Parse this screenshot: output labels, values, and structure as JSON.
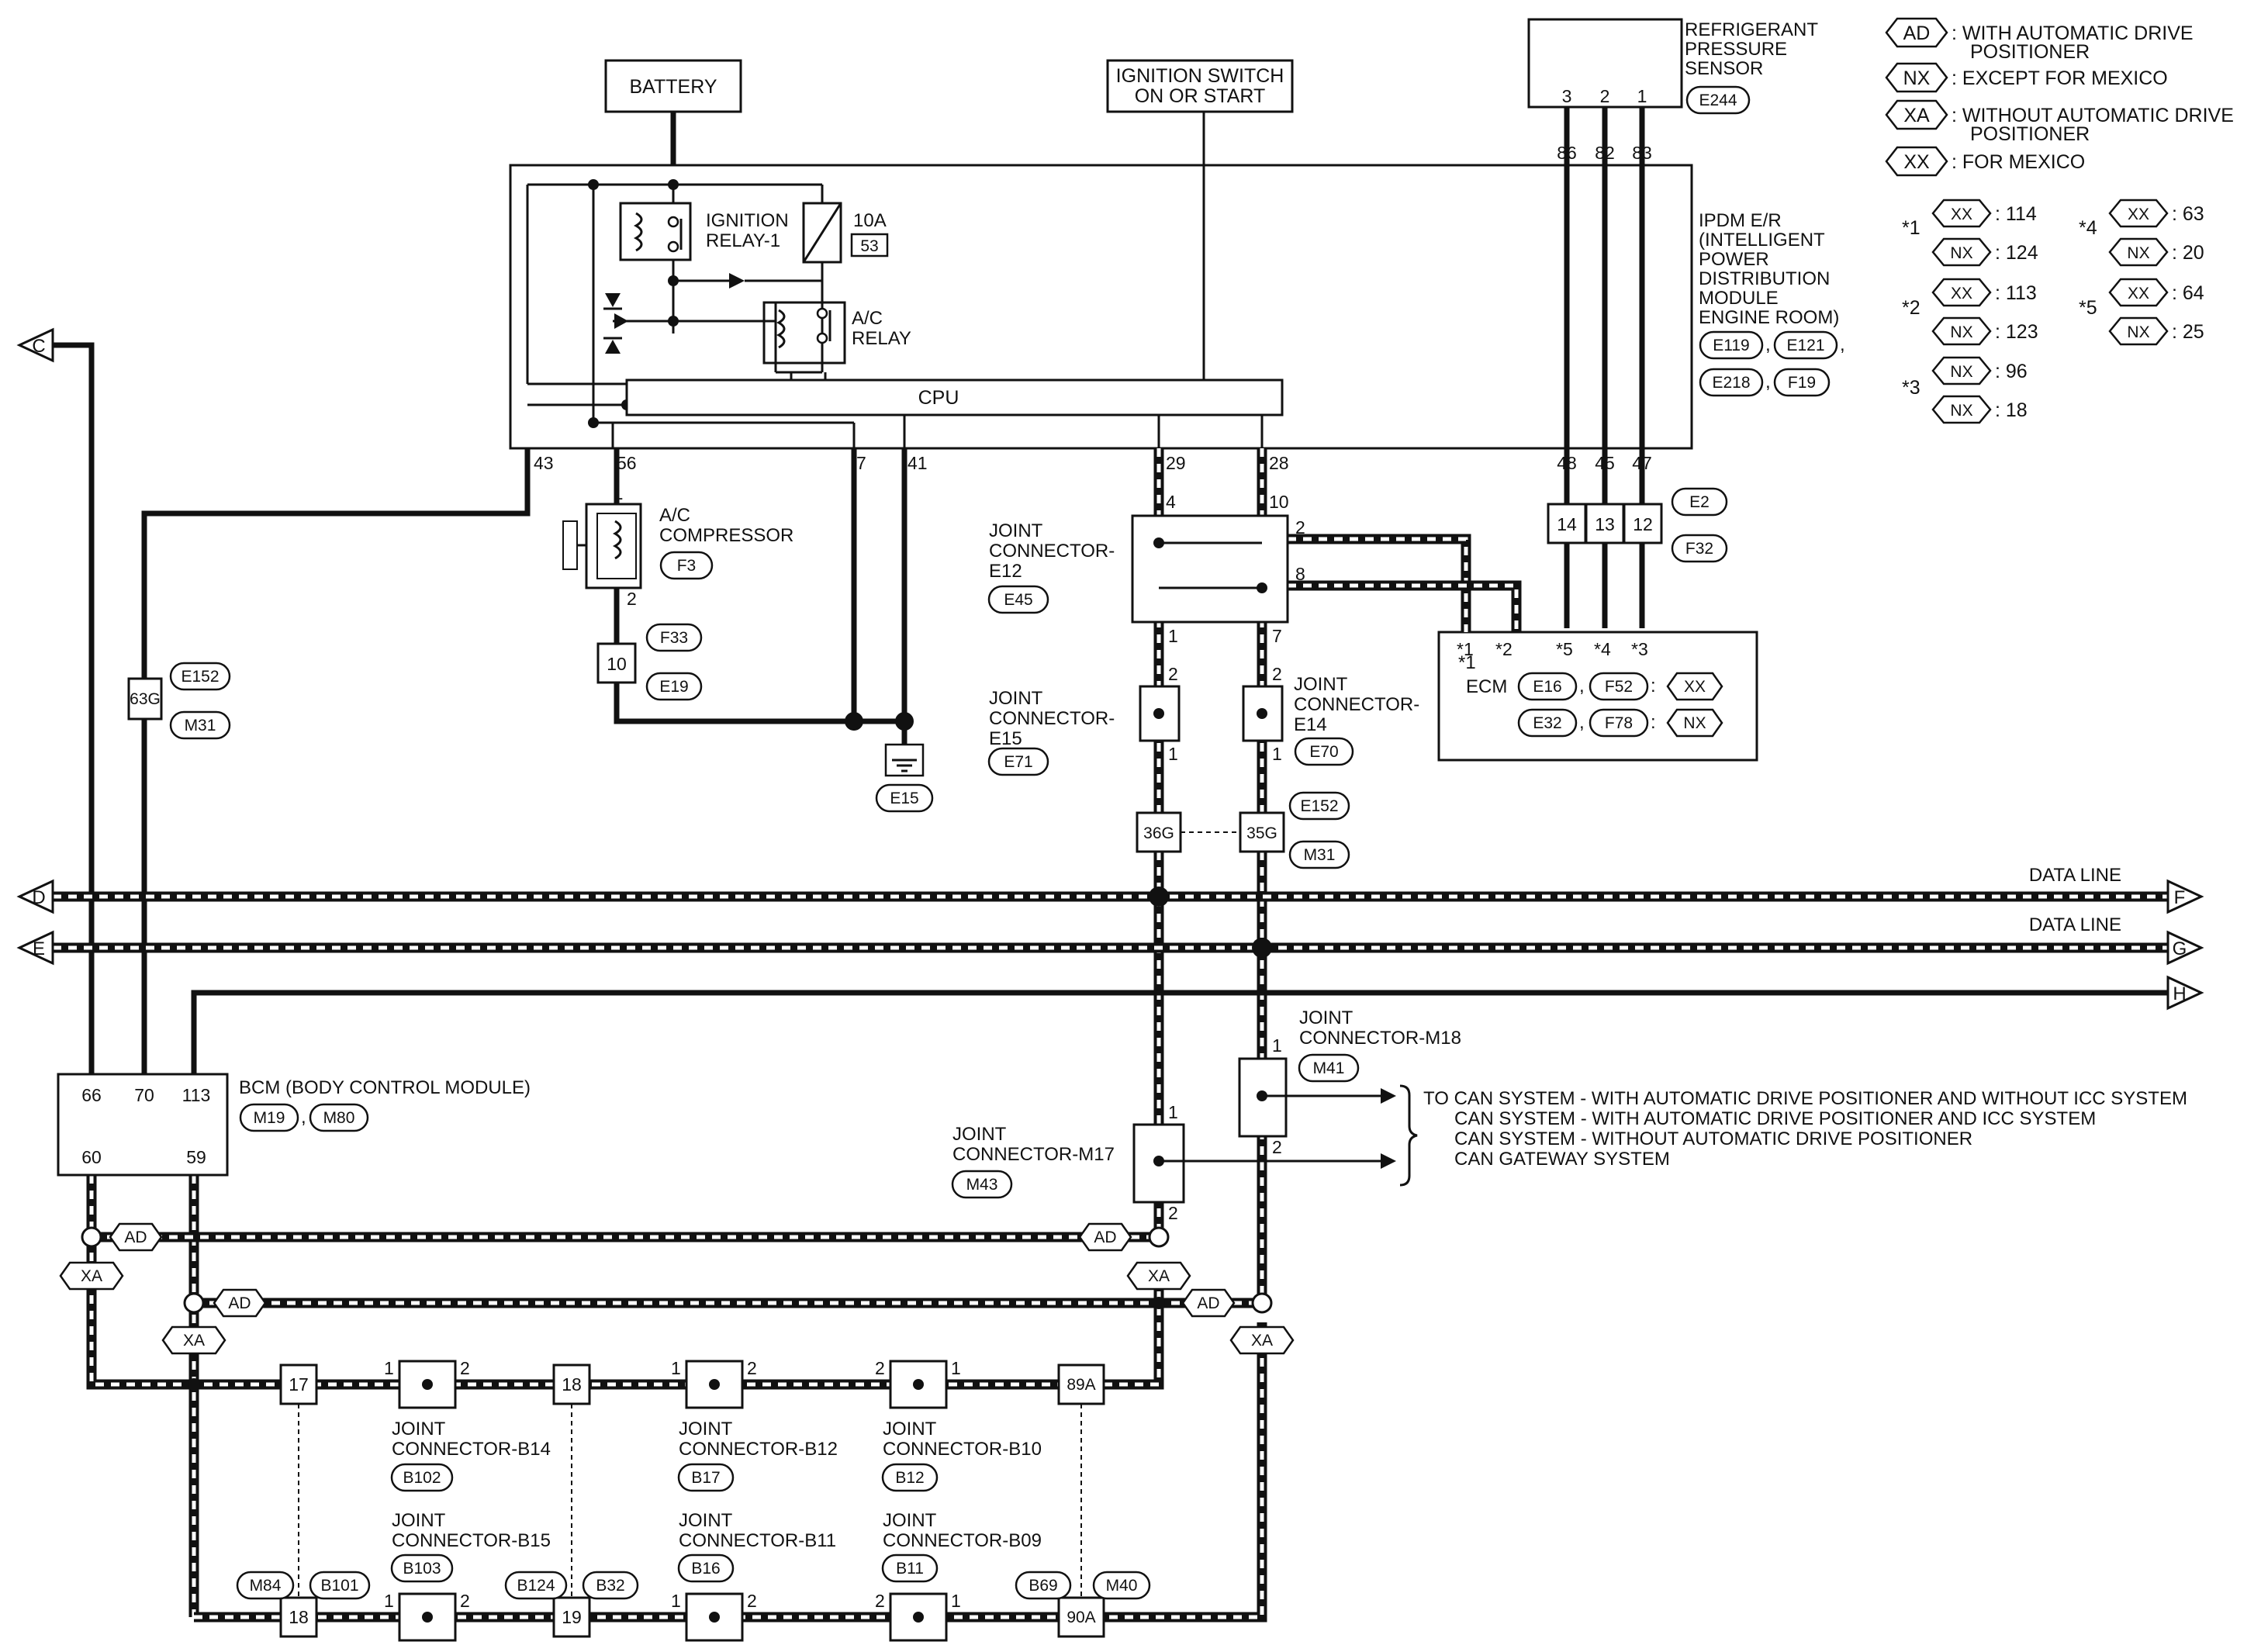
{
  "blocks": {
    "battery": "BATTERY",
    "ignition": [
      "IGNITION SWITCH",
      "ON OR START"
    ],
    "refrigerant": [
      "REFRIGERANT",
      "PRESSURE",
      "SENSOR"
    ],
    "ipdm": [
      "IPDM E/R",
      "(INTELLIGENT",
      "POWER",
      "DISTRIBUTION",
      "MODULE",
      "ENGINE ROOM)"
    ],
    "ignition_relay": [
      "IGNITION",
      "RELAY-1"
    ],
    "ac_relay": [
      "A/C",
      "RELAY"
    ],
    "fuse": "10A",
    "cpu": "CPU",
    "ac_compressor": [
      "A/C",
      "COMPRESSOR"
    ],
    "ecm": "ECM",
    "bcm": "BCM (BODY CONTROL MODULE)",
    "data_line": "DATA LINE",
    "to_can": [
      "TO CAN SYSTEM - WITH AUTOMATIC DRIVE POSITIONER AND WITHOUT ICC SYSTEM",
      "CAN SYSTEM - WITH AUTOMATIC DRIVE POSITIONER AND ICC SYSTEM",
      "CAN SYSTEM - WITHOUT AUTOMATIC DRIVE POSITIONER",
      "CAN GATEWAY SYSTEM"
    ]
  },
  "joints": {
    "e12": [
      "JOINT",
      "CONNECTOR-",
      "E12"
    ],
    "e15": [
      "JOINT",
      "CONNECTOR-",
      "E15"
    ],
    "e14": [
      "JOINT",
      "CONNECTOR-",
      "E14"
    ],
    "m18": [
      "JOINT",
      "CONNECTOR-M18"
    ],
    "m17": [
      "JOINT",
      "CONNECTOR-M17"
    ],
    "b14": [
      "JOINT",
      "CONNECTOR-B14"
    ],
    "b12": [
      "JOINT",
      "CONNECTOR-B12"
    ],
    "b10": [
      "JOINT",
      "CONNECTOR-B10"
    ],
    "b15": [
      "JOINT",
      "CONNECTOR-B15"
    ],
    "b11": [
      "JOINT",
      "CONNECTOR-B11"
    ],
    "b09": [
      "JOINT",
      "CONNECTOR-B09"
    ]
  },
  "connectors": {
    "e244": "E244",
    "e119": "E119",
    "e121": "E121",
    "e218": "E218",
    "f19": "F19",
    "fuse53": "53",
    "f3": "F3",
    "f33": "F33",
    "e19": "E19",
    "e15": "E15",
    "e45": "E45",
    "e71": "E71",
    "e70": "E70",
    "e152": "E152",
    "m31": "M31",
    "e2": "E2",
    "f32": "F32",
    "e16": "E16",
    "f52": "F52",
    "e32": "E32",
    "f78": "F78",
    "m19": "M19",
    "m80": "M80",
    "m41": "M41",
    "m43": "M43",
    "b102": "B102",
    "b17": "B17",
    "b12": "B12",
    "b103": "B103",
    "b16": "B16",
    "b11": "B11",
    "m84": "M84",
    "b101": "B101",
    "b124": "B124",
    "b32": "B32",
    "b69": "B69",
    "m40": "M40"
  },
  "legend": {
    "ad": {
      "code": "AD",
      "text": [
        ": WITH AUTOMATIC DRIVE",
        "POSITIONER"
      ]
    },
    "nx": {
      "code": "NX",
      "text": [
        ": EXCEPT FOR MEXICO"
      ]
    },
    "xa": {
      "code": "XA",
      "text": [
        ": WITHOUT AUTOMATIC DRIVE",
        "POSITIONER"
      ]
    },
    "xx": {
      "code": "XX",
      "text": [
        ": FOR MEXICO"
      ]
    },
    "star_sym": "*",
    "stars": [
      {
        "n": "1",
        "xx": ": 114",
        "nx": ": 124"
      },
      {
        "n": "2",
        "xx": ": 113",
        "nx": ": 123"
      },
      {
        "n": "3",
        "xx": ": 96",
        "nx": ": 18"
      },
      {
        "n": "4",
        "xx": ": 63",
        "nx": ": 20"
      },
      {
        "n": "5",
        "xx": ": 64",
        "nx": ": 25"
      }
    ]
  },
  "terminals": {
    "c": "C",
    "d": "D",
    "e": "E",
    "f": "F",
    "g": "G",
    "h": "H"
  },
  "pins": {
    "rps3": "3",
    "rps2": "2",
    "rps1": "1",
    "p86": "86",
    "p82": "82",
    "p83": "83",
    "p43": "43",
    "p56": "56",
    "p7": "7",
    "p41": "41",
    "p29": "29",
    "p28": "28",
    "p48": "48",
    "p45": "45",
    "p47": "47",
    "c14": "14",
    "c13": "13",
    "c12": "12",
    "comp1": "1",
    "comp2": "2",
    "c10": "10",
    "e12_4": "4",
    "e12_10": "10",
    "e12_2": "2",
    "e12_8": "8",
    "e12_1": "1",
    "e12_7": "7",
    "e15_2": "2",
    "e15_1": "1",
    "e14_2": "2",
    "e14_1": "1",
    "c63g": "63G",
    "c36g": "36G",
    "c35g": "35G",
    "bcm66": "66",
    "bcm70": "70",
    "bcm113": "113",
    "bcm60": "60",
    "bcm59": "59",
    "m18_1": "1",
    "m18_2": "2",
    "m17_1": "1",
    "m17_2": "2",
    "c17": "17",
    "c18a": "18",
    "c89a": "89A",
    "c18b": "18",
    "c19": "19",
    "c90a": "90A",
    "one": "1",
    "two": "2"
  }
}
